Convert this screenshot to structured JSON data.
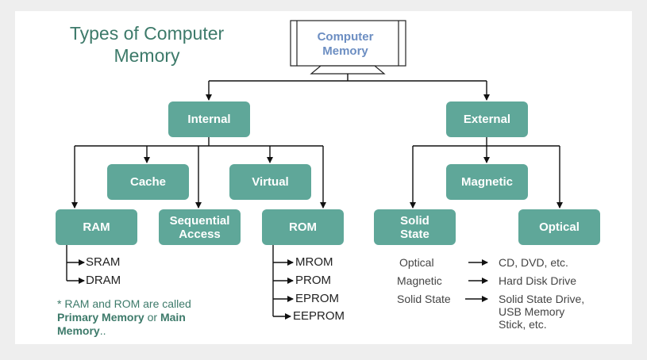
{
  "title": {
    "line1": "Types of Computer",
    "line2": "Memory"
  },
  "root": {
    "line1": "Computer",
    "line2": "Memory"
  },
  "nodes": {
    "internal": "Internal",
    "external": "External",
    "cache": "Cache",
    "virtual": "Virtual",
    "ram": "RAM",
    "sequential": {
      "line1": "Sequential",
      "line2": "Access"
    },
    "rom": "ROM",
    "magnetic": "Magnetic",
    "solid_state": {
      "line1": "Solid",
      "line2": "State"
    },
    "optical": "Optical"
  },
  "ram_types": [
    "SRAM",
    "DRAM"
  ],
  "rom_types": [
    "MROM",
    "PROM",
    "EPROM",
    "EEPROM"
  ],
  "external_map": [
    {
      "type": "Optical",
      "examples": [
        "CD, DVD, etc."
      ]
    },
    {
      "type": "Magnetic",
      "examples": [
        "Hard Disk Drive"
      ]
    },
    {
      "type": "Solid State",
      "examples": [
        "Solid State Drive,",
        "USB Memory",
        "Stick, etc."
      ]
    }
  ],
  "note": {
    "prefix": "* RAM and ROM are called",
    "bold1": "Primary Memory",
    "mid": " or ",
    "bold2": "Main",
    "bold3": "Memory",
    "suffix": ".."
  },
  "colors": {
    "node_fill": "#5fa799",
    "title": "#3d7a6a",
    "root_text": "#6c8ec2"
  }
}
